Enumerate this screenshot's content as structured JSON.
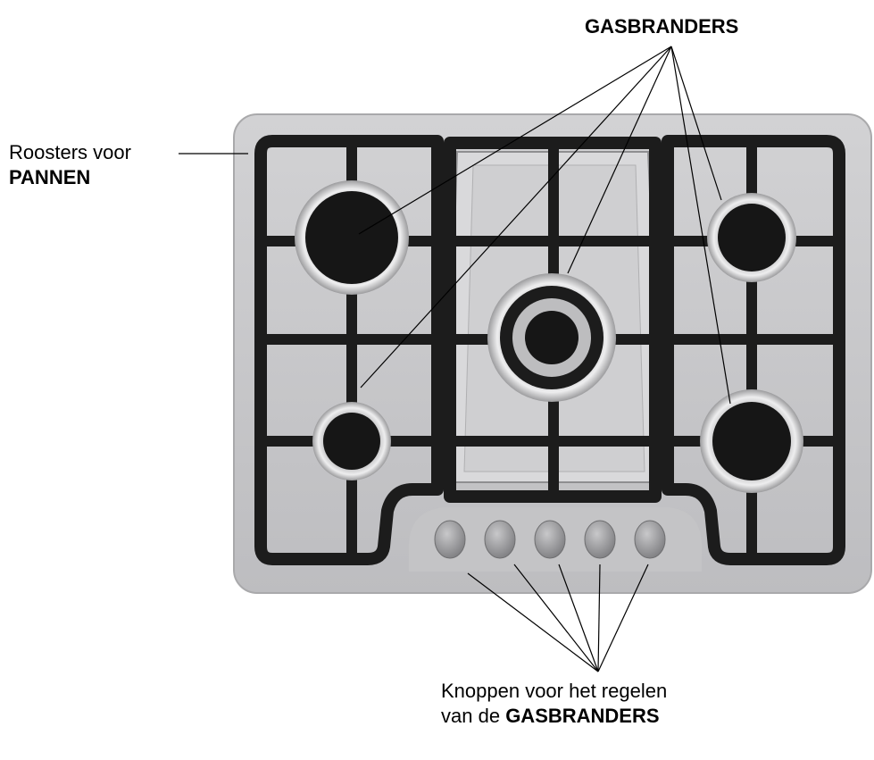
{
  "labels": {
    "burners": "GASBRANDERS",
    "grates_line1": "Roosters voor",
    "grates_line2": "PANNEN",
    "knobs_line1": "Knoppen voor het regelen",
    "knobs_line2_prefix": "van de",
    "knobs_line2_bold": "GASBRANDERS"
  },
  "colors": {
    "hob_surface": "#c9c9cb",
    "grate": "#1c1c1c",
    "burner_cap": "#161616",
    "knob": "#9a9a9c"
  },
  "burners": [
    {
      "name": "large-left"
    },
    {
      "name": "small-left"
    },
    {
      "name": "wok-center"
    },
    {
      "name": "medium-right-top"
    },
    {
      "name": "medium-right-bottom"
    }
  ],
  "knob_count": 5
}
